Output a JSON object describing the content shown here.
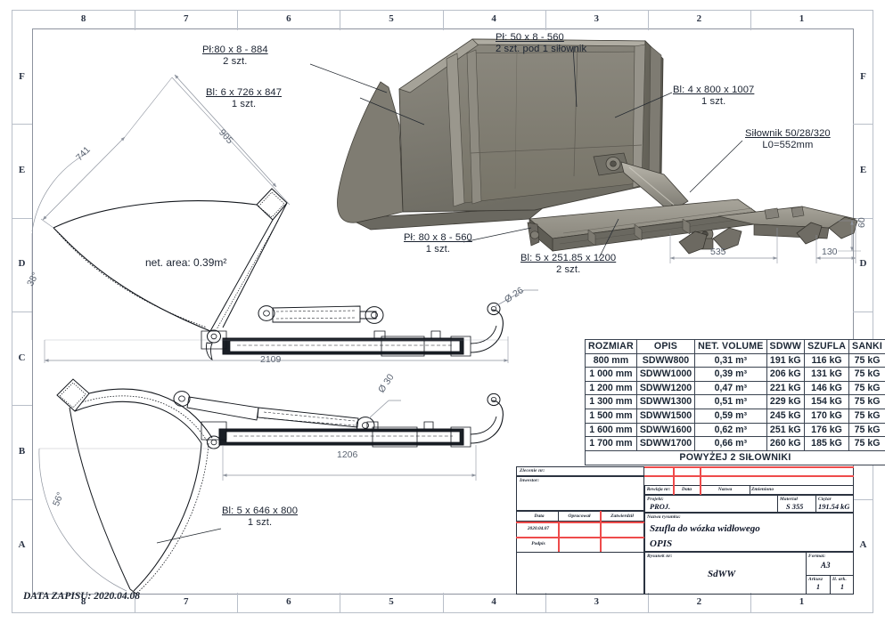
{
  "frame": {
    "columns": [
      "8",
      "7",
      "6",
      "5",
      "4",
      "3",
      "2",
      "1"
    ],
    "rows": [
      "F",
      "E",
      "D",
      "C",
      "B",
      "A"
    ]
  },
  "callouts": [
    {
      "name": "pl-80x8-884",
      "line1": "Pł:80 x 8 - 884",
      "line2": "2 szt."
    },
    {
      "name": "pl-50x8-560",
      "line1": "Pł: 50 x 8 - 560",
      "line2": "2 szt. pod 1 siłownik"
    },
    {
      "name": "bl-6x726x847",
      "line1": "Bl: 6 x 726 x 847",
      "line2": "1 szt."
    },
    {
      "name": "bl-4x800x1007",
      "line1": "Bl: 4 x 800 x 1007",
      "line2": "1 szt."
    },
    {
      "name": "silownik",
      "line1": "Siłownik 50/28/320",
      "line2": "L0=552mm"
    },
    {
      "name": "pl-80x8-560",
      "line1": "Pł: 80 x 8 - 560",
      "line2": "1 szt."
    },
    {
      "name": "bl-5x251-1200",
      "line1": "Bl: 5 x 251.85 x 1200",
      "line2": "2 szt."
    },
    {
      "name": "bl-5x646x800",
      "line1": "Bl: 5 x 646 x 800",
      "line2": "1 szt."
    }
  ],
  "dimensions": {
    "d741": "741",
    "d905": "905",
    "angle38": "38°",
    "angle56": "56°",
    "d2109": "2109",
    "d1206": "1206",
    "dia26": "Ø 26",
    "dia30": "Ø 30",
    "d535": "535",
    "d130": "130",
    "d60": "60",
    "net_area": "net. area: 0.39m²"
  },
  "date_stamp": "DATA ZAPISU: 2020.04.08",
  "spec_table": {
    "headers": [
      "ROZMIAR",
      "OPIS",
      "NET. VOLUME",
      "SDWW",
      "SZUFLA",
      "SANKI"
    ],
    "rows": [
      [
        "800 mm",
        "SDWW800",
        "0,31 m³",
        "191 kG",
        "116 kG",
        "75 kG"
      ],
      [
        "1 000 mm",
        "SDWW1000",
        "0,39 m³",
        "206 kG",
        "131 kG",
        "75 kG"
      ],
      [
        "1 200 mm",
        "SDWW1200",
        "0,47 m³",
        "221 kG",
        "146 kG",
        "75 kG"
      ],
      [
        "1 300 mm",
        "SDWW1300",
        "0,51 m³",
        "229 kG",
        "154 kG",
        "75 kG"
      ],
      [
        "1 500 mm",
        "SDWW1500",
        "0,59 m³",
        "245 kG",
        "170 kG",
        "75 kG"
      ],
      [
        "1 600 mm",
        "SDWW1600",
        "0,62 m³",
        "251 kG",
        "176 kG",
        "75 kG"
      ],
      [
        "1 700 mm",
        "SDWW1700",
        "0,66 m³",
        "260 kG",
        "185 kG",
        "75 kG"
      ]
    ],
    "footer": "POWYŻEJ 2 SIŁOWNIKI"
  },
  "title_block": {
    "zlecenie_label": "Zlecenie nr:",
    "zlecenie_value": "",
    "inwestor_label": "Inwestor:",
    "inwestor_value": "",
    "col_data": "Data",
    "col_opracowal": "Opracował",
    "col_zatwierdzil": "Zatwierdził",
    "row_date": "2020.04.07",
    "row_podpis": "Podpis",
    "rewizja_label": "Rewizja nr:",
    "rew_data": "Data",
    "rew_nazwa": "Nazwa",
    "rew_zmieniono": "Zmieniono",
    "projekt_label": "Projekt:",
    "projekt_value": "PROJ.",
    "material_label": "Materiał",
    "material_value": "S 355",
    "ciezar_label": "Ciężar",
    "ciezar_value": "191.54 kG",
    "nazwa_rysunku_label": "Nazwa rysunku:",
    "nazwa_rysunku_value": "Szufla do wózka widłowego",
    "opis_value": "OPIS",
    "rysunek_label": "Rysunek nr:",
    "rysunek_value": "SdWW",
    "format_label": "Format:",
    "format_value": "A3",
    "arkusz_label": "Arkusz",
    "arkusz_value": "1",
    "il_ark_label": "Il. ark.",
    "il_ark_value": "1"
  }
}
